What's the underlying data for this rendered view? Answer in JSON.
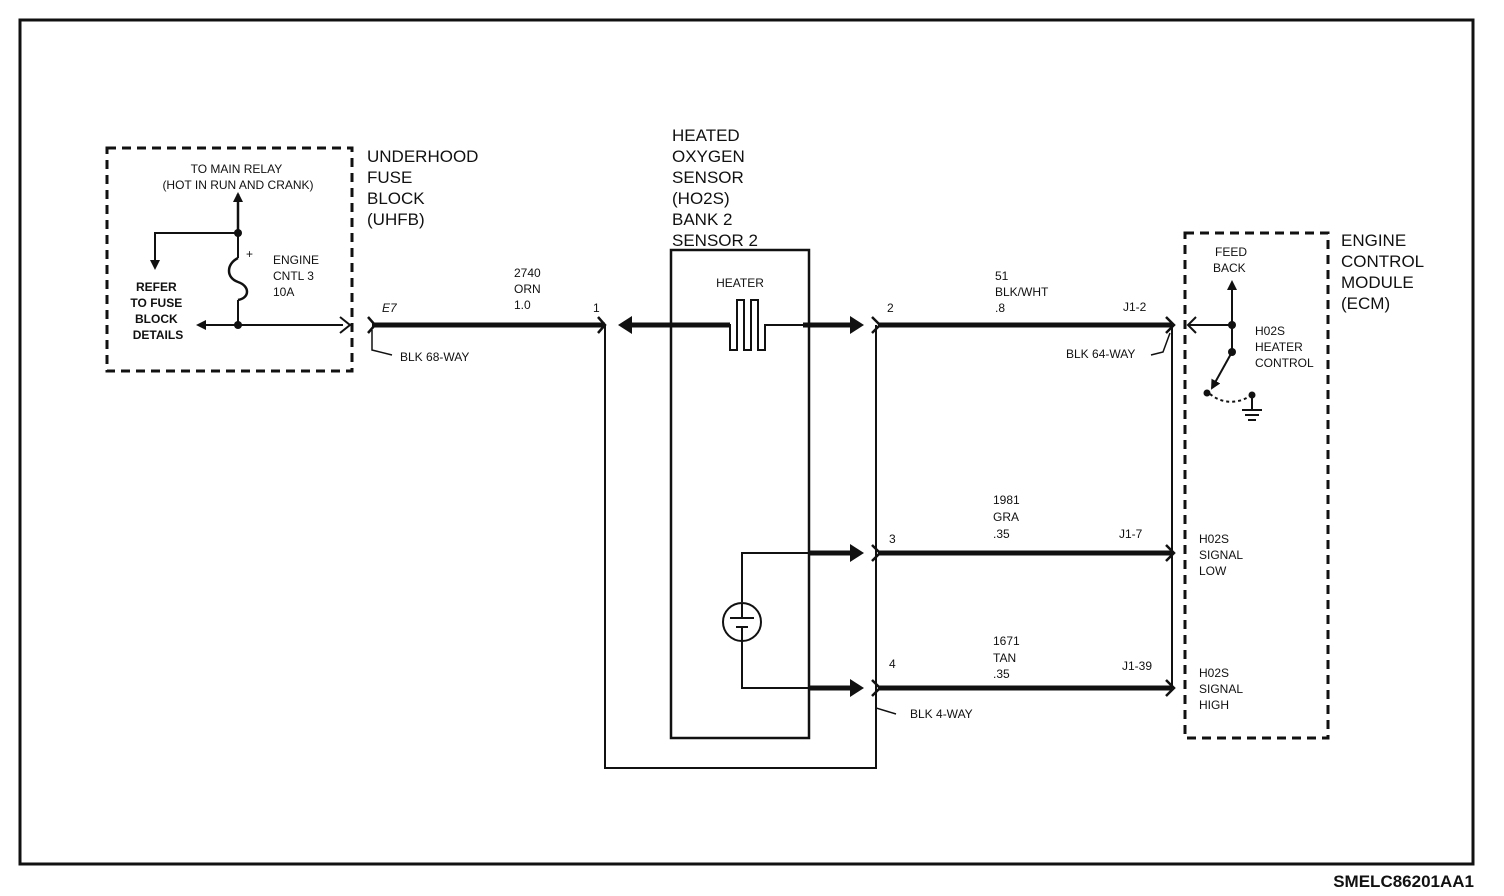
{
  "figure_id": "SMELC86201AA1",
  "uhfb": {
    "title": [
      "UNDERHOOD",
      "FUSE",
      "BLOCK",
      "(UHFB)"
    ],
    "to_main_relay": [
      "TO MAIN RELAY",
      "(HOT IN RUN AND CRANK)"
    ],
    "refer": [
      "REFER",
      "TO FUSE",
      "BLOCK",
      "DETAILS"
    ],
    "fuse_label": [
      "ENGINE",
      "CNTL 3",
      "10A"
    ],
    "plus": "+"
  },
  "connector_e7": {
    "pin": "E7",
    "connector": "BLK 68-WAY"
  },
  "wire_2740": {
    "circuit": "2740",
    "color": "ORN",
    "gauge": "1.0"
  },
  "sensor": {
    "title": [
      "HEATED",
      "OXYGEN",
      "SENSOR",
      "(HO2S)",
      "BANK 2",
      "SENSOR 2"
    ],
    "heater_label": "HEATER",
    "pin_1": "1",
    "pins": [
      "2",
      "3",
      "4"
    ],
    "connector": "BLK 4-WAY"
  },
  "wires": [
    {
      "circuit": "51",
      "color": "BLK/WHT",
      "gauge": ".8",
      "ecm_pin": "J1-2"
    },
    {
      "circuit": "1981",
      "color": "GRA",
      "gauge": ".35",
      "ecm_pin": "J1-7"
    },
    {
      "circuit": "1671",
      "color": "TAN",
      "gauge": ".35",
      "ecm_pin": "J1-39"
    }
  ],
  "ecm": {
    "title": [
      "ENGINE",
      "CONTROL",
      "MODULE",
      "(ECM)"
    ],
    "connector": "BLK 64-WAY",
    "feedback": [
      "FEED",
      "BACK"
    ],
    "heater_control": [
      "H02S",
      "HEATER",
      "CONTROL"
    ],
    "signal_low": [
      "H02S",
      "SIGNAL",
      "LOW"
    ],
    "signal_high": [
      "H02S",
      "SIGNAL",
      "HIGH"
    ]
  }
}
